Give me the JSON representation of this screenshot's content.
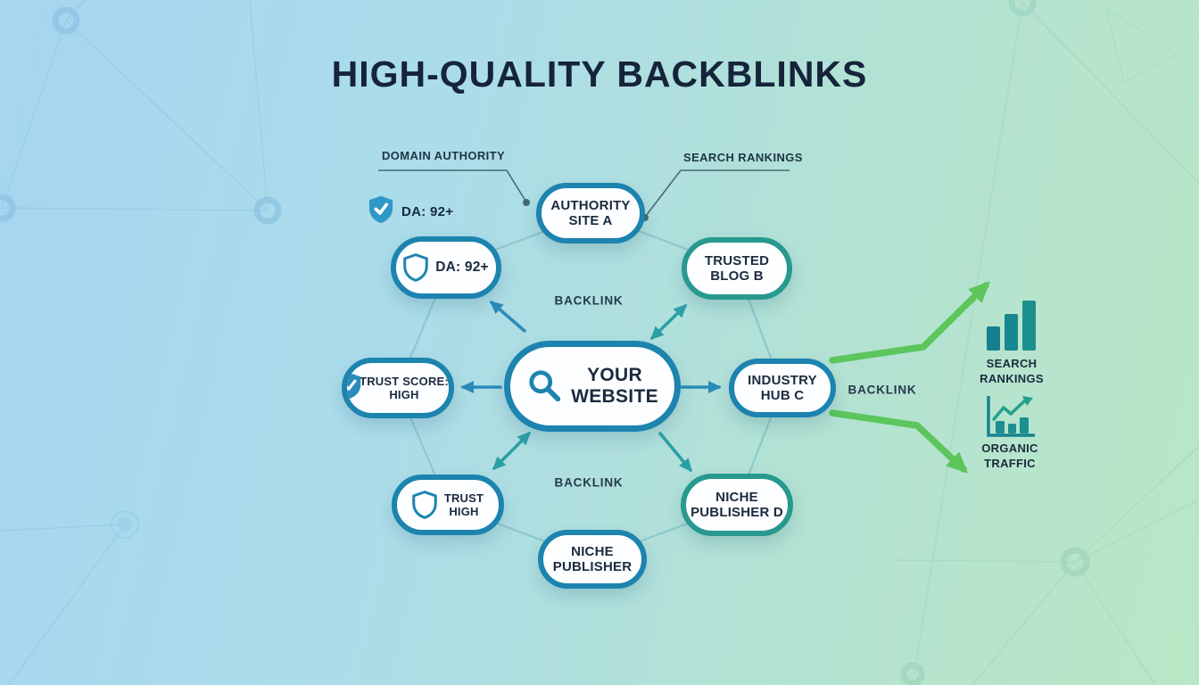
{
  "title": "HIGH-QUALITY BACKBLINKS",
  "callouts": {
    "domain_authority": "DOMAIN AUTHORITY",
    "search_rankings": "SEARCH RANKINGS"
  },
  "badge": {
    "label": "DA: 92+"
  },
  "nodes": {
    "your_website": {
      "label": "YOUR\nWEBSITE"
    },
    "authority_site_a": {
      "label": "AUTHORITY\nSITE A"
    },
    "trusted_blog_b": {
      "label": "TRUSTED\nBLOG B"
    },
    "industry_hub_c": {
      "label": "INDUSTRY\nHUB C"
    },
    "niche_publisher_d": {
      "label": "NICHE\nPUBLISHER D"
    },
    "niche_publisher": {
      "label": "NICHE\nPUBLISHER"
    },
    "trust_high": {
      "label": "TRUST\nHIGH"
    },
    "trust_score_high": {
      "label": "TRUST SCORE:\nHIGH"
    },
    "da_92": {
      "label": "DA: 92+"
    }
  },
  "edge_labels": {
    "backlink_top": "BACKLINK",
    "backlink_bottom": "BACKLINK",
    "backlink_right": "BACKLINK"
  },
  "outcomes": {
    "search_rankings": "SEARCH\nRANKINGS",
    "organic_traffic": "ORGANIC\nTRAFFIC"
  },
  "colors": {
    "background_from": "#a6d6f0",
    "background_to": "#b9e6c4",
    "node_border_blue": "#1d83af",
    "node_border_teal": "#27998e",
    "node_fill": "#fcfeff",
    "text_dark": "#1b2b3e",
    "title_color": "#15243a",
    "arrow_blue": "#2a8cbb",
    "arrow_teal": "#2aa0a6",
    "green_arrow": "#5cc55c",
    "icon_teal": "#17828f",
    "badge_shield_blue": "#2f98c8",
    "ring_line": "#8bc8cc"
  }
}
